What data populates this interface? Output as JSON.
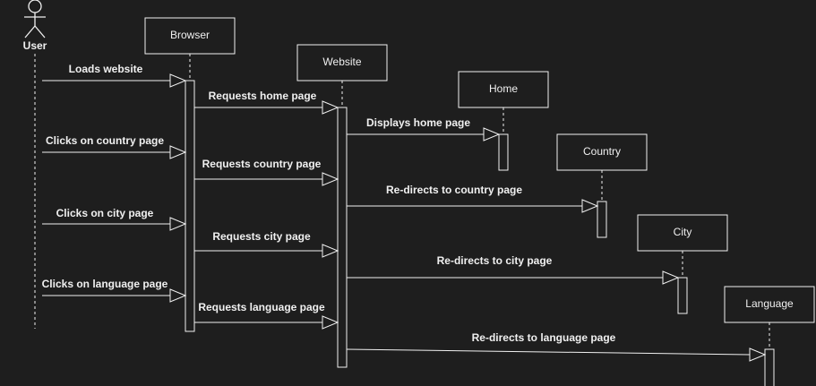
{
  "actor": {
    "name": "User"
  },
  "participants": [
    {
      "id": "browser",
      "label": "Browser"
    },
    {
      "id": "website",
      "label": "Website"
    },
    {
      "id": "home",
      "label": "Home"
    },
    {
      "id": "country",
      "label": "Country"
    },
    {
      "id": "city",
      "label": "City"
    },
    {
      "id": "language",
      "label": "Language"
    }
  ],
  "messages": [
    {
      "from": "user",
      "to": "browser",
      "label": "Loads website"
    },
    {
      "from": "browser",
      "to": "website",
      "label": "Requests home page"
    },
    {
      "from": "website",
      "to": "home",
      "label": "Displays home page"
    },
    {
      "from": "user",
      "to": "browser",
      "label": "Clicks on country page"
    },
    {
      "from": "browser",
      "to": "website",
      "label": "Requests country page"
    },
    {
      "from": "website",
      "to": "country",
      "label": "Re-directs to country page"
    },
    {
      "from": "user",
      "to": "browser",
      "label": "Clicks on city page"
    },
    {
      "from": "browser",
      "to": "website",
      "label": "Requests city page"
    },
    {
      "from": "website",
      "to": "city",
      "label": "Re-directs to city page"
    },
    {
      "from": "user",
      "to": "browser",
      "label": "Clicks on language page"
    },
    {
      "from": "browser",
      "to": "website",
      "label": "Requests language page"
    },
    {
      "from": "website",
      "to": "language",
      "label": "Re-directs to language page"
    }
  ],
  "colors": {
    "background": "#1e1e1e",
    "stroke": "#f0f0f0",
    "text": "#f0f0f0",
    "fill": "#1e1e1e"
  }
}
